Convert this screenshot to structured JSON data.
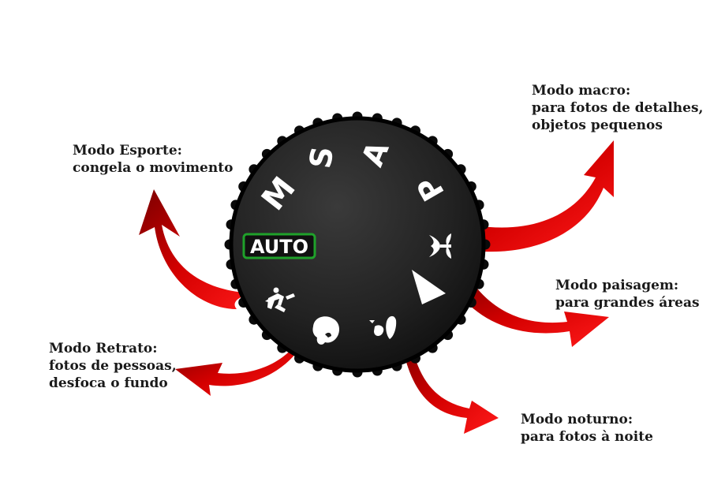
{
  "dial": {
    "letters": {
      "s": "S",
      "a": "A",
      "m": "M",
      "p": "P"
    },
    "auto_label": "AUTO",
    "auto_border_color": "#1fa12a",
    "body_color": "#1c1c1c",
    "arrow_color": "#cc0000",
    "icons": [
      "macro-flower-icon",
      "landscape-mountain-icon",
      "night-portrait-icon",
      "portrait-head-icon",
      "sport-runner-icon"
    ]
  },
  "callouts": {
    "sport": {
      "line1": "Modo Esporte:",
      "line2": "congela o movimento"
    },
    "macro": {
      "line1": "Modo macro:",
      "line2": "para fotos de detalhes,",
      "line3": "objetos pequenos"
    },
    "landscape": {
      "line1": "Modo paisagem:",
      "line2": "para grandes áreas"
    },
    "portrait": {
      "line1": "Modo Retrato:",
      "line2": "fotos de pessoas,",
      "line3": "desfoca o fundo"
    },
    "night": {
      "line1": "Modo noturno:",
      "line2": "para fotos à noite"
    }
  }
}
